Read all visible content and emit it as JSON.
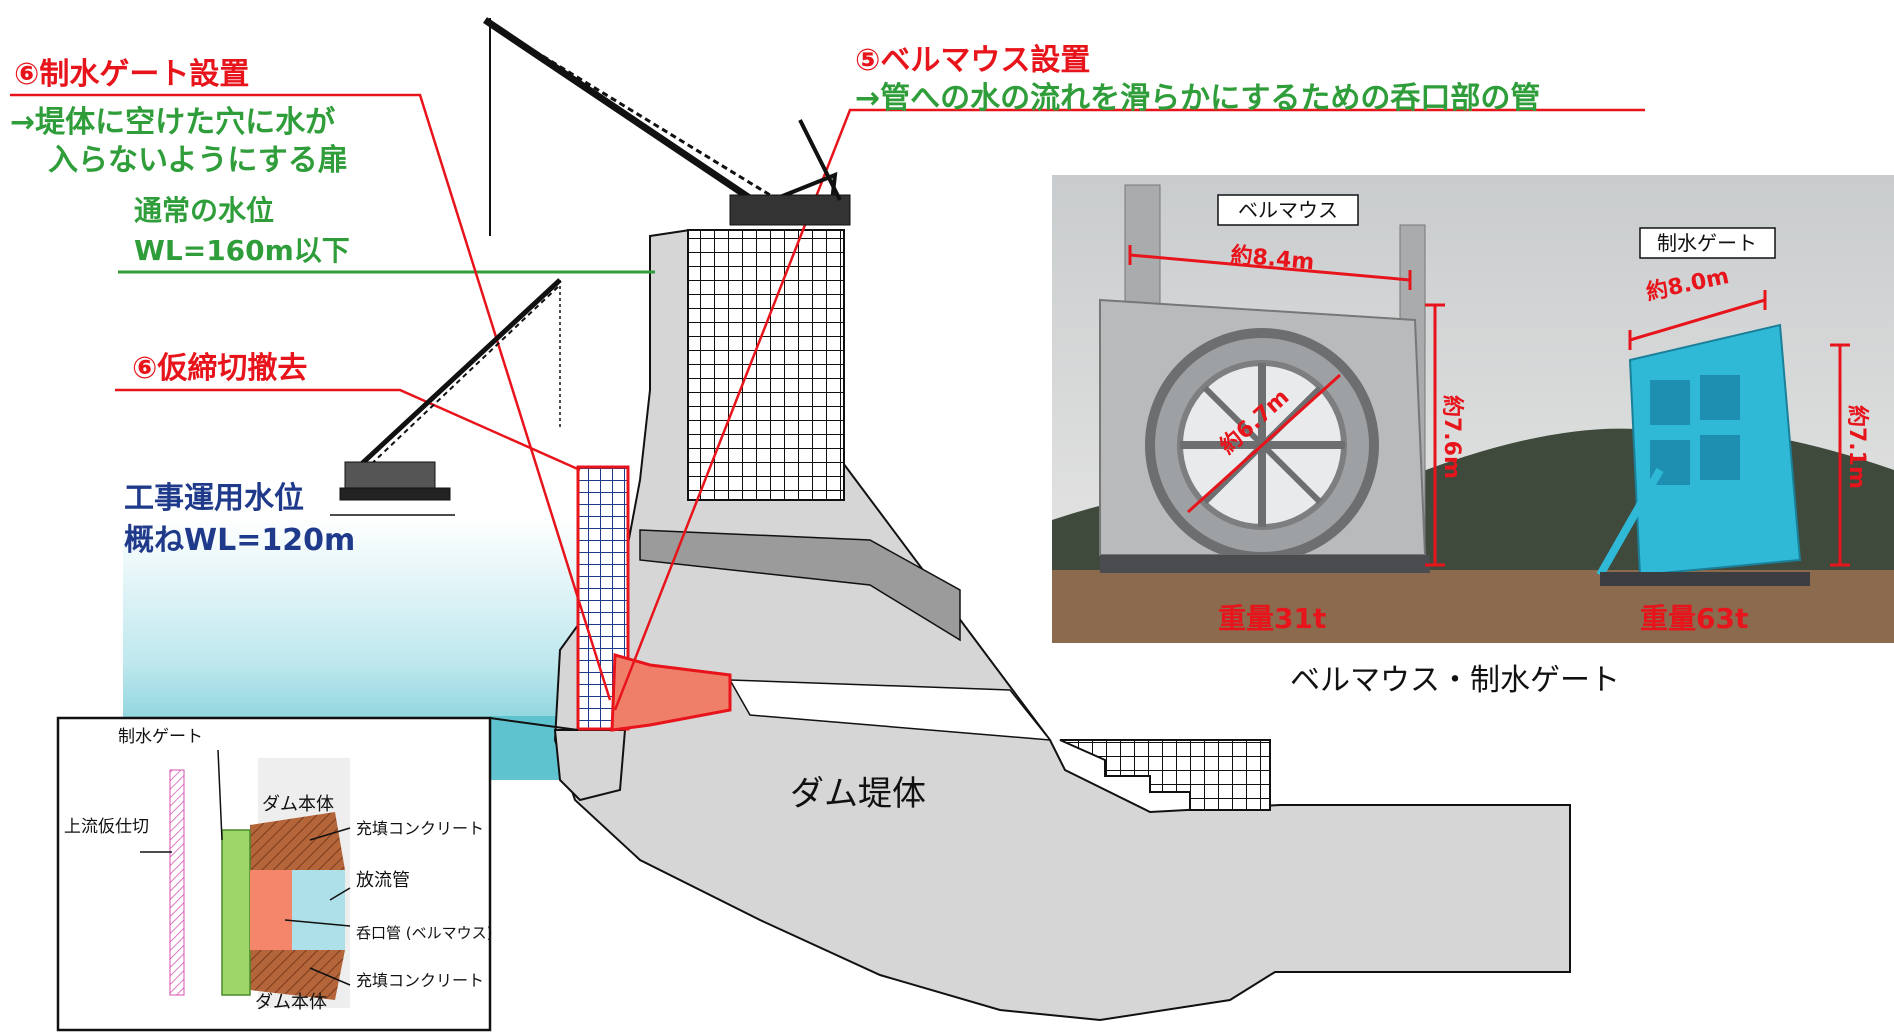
{
  "annotations": {
    "gate_install": "⑥制水ゲート設置",
    "gate_desc_line1": "→堤体に空けた穴に水が",
    "gate_desc_line2": "入らないようにする扉",
    "bellmouth_install": "⑤ベルマウス設置",
    "bellmouth_desc": "→管への水の流れを滑らかにするための呑口部の管",
    "normal_level_label": "通常の水位",
    "normal_level_value": "WL=160m以下",
    "cofferdam_removal": "⑥仮締切撤去",
    "construction_level_label": "工事運用水位",
    "construction_level_value": "概ねWL=120m",
    "dam_body": "ダム堤体"
  },
  "photo": {
    "caption": "ベルマウス・制水ゲート",
    "bellmouth": {
      "tag": "ベルマウス",
      "width": "約8.4m",
      "height": "約7.6m",
      "diameter": "約6.7m",
      "weight": "重量31t"
    },
    "gate": {
      "tag": "制水ゲート",
      "width": "約8.0m",
      "height": "約7.1m",
      "weight": "重量63t"
    }
  },
  "inset": {
    "gate": "制水ゲート",
    "dam_main_top": "ダム本体",
    "upstream_coffer": "上流仮仕切",
    "fill_concrete_top": "充填コンクリート",
    "discharge_pipe": "放流管",
    "intake_pipe": "呑口管 (ベルマウス)",
    "fill_concrete_bottom": "充填コンクリート",
    "dam_main_bottom": "ダム本体"
  },
  "colors": {
    "red": "#e8141b",
    "green": "#2f9e3a",
    "navy": "#1f3a8a",
    "water": "#5fc3cf",
    "concrete": "#d6d6d6",
    "gate_blue": "#2fb9d6"
  }
}
